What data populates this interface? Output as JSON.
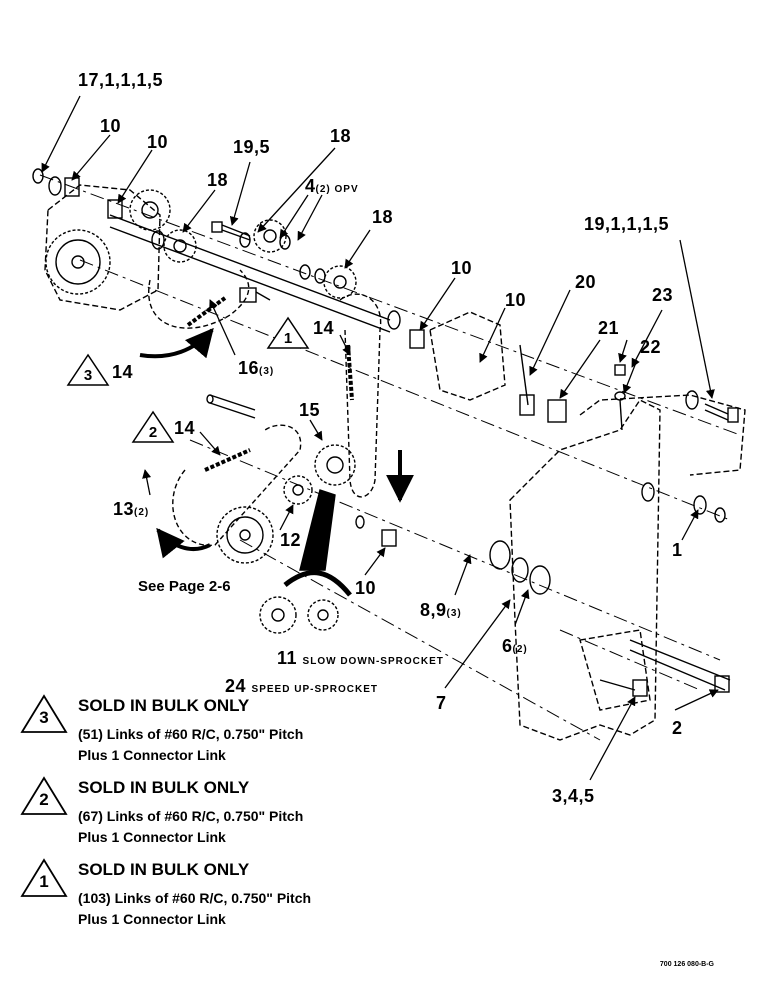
{
  "callouts": [
    {
      "label": "17,1,1,1,5",
      "sub": ""
    },
    {
      "label": "10",
      "sub": ""
    },
    {
      "label": "10",
      "sub": ""
    },
    {
      "label": "18",
      "sub": ""
    },
    {
      "label": "19,5",
      "sub": ""
    },
    {
      "label": "18",
      "sub": ""
    },
    {
      "label": "4",
      "sub": "(2) OPV"
    },
    {
      "label": "18",
      "sub": ""
    },
    {
      "label": "19,1,1,1,5",
      "sub": ""
    },
    {
      "label": "10",
      "sub": ""
    },
    {
      "label": "23",
      "sub": ""
    },
    {
      "label": "20",
      "sub": ""
    },
    {
      "label": "10",
      "sub": ""
    },
    {
      "label": "21",
      "sub": ""
    },
    {
      "label": "22",
      "sub": ""
    },
    {
      "label": "14",
      "sub": ""
    },
    {
      "label": "14",
      "sub": ""
    },
    {
      "label": "16",
      "sub": "(3)"
    },
    {
      "label": "15",
      "sub": ""
    },
    {
      "label": "14",
      "sub": ""
    },
    {
      "label": "13",
      "sub": "(2)"
    },
    {
      "label": "12",
      "sub": ""
    },
    {
      "label": "10",
      "sub": ""
    },
    {
      "label": "8,9",
      "sub": "(3)"
    },
    {
      "label": "6",
      "sub": "(2)"
    },
    {
      "label": "1",
      "sub": ""
    },
    {
      "label": "11",
      "sub": "SLOW DOWN-SPROCKET"
    },
    {
      "label": "24",
      "sub": "SPEED UP-SPROCKET"
    },
    {
      "label": "7",
      "sub": ""
    },
    {
      "label": "2",
      "sub": ""
    },
    {
      "label": "3,4,5",
      "sub": ""
    }
  ],
  "triangle_flags": [
    "1",
    "3",
    "2"
  ],
  "see_page": "See Page 2-6",
  "notes": [
    {
      "flag": "3",
      "title": "SOLD IN BULK ONLY",
      "line1": "(51) Links of #60 R/C, 0.750\" Pitch",
      "line2": "Plus 1 Connector Link"
    },
    {
      "flag": "2",
      "title": "SOLD IN BULK ONLY",
      "line1": "(67) Links of #60 R/C, 0.750\" Pitch",
      "line2": "Plus 1 Connector Link"
    },
    {
      "flag": "1",
      "title": "SOLD IN BULK ONLY",
      "line1": "(103) Links of #60 R/C, 0.750\" Pitch",
      "line2": "Plus 1 Connector Link"
    }
  ],
  "part_number": "700 126 080-B-G"
}
